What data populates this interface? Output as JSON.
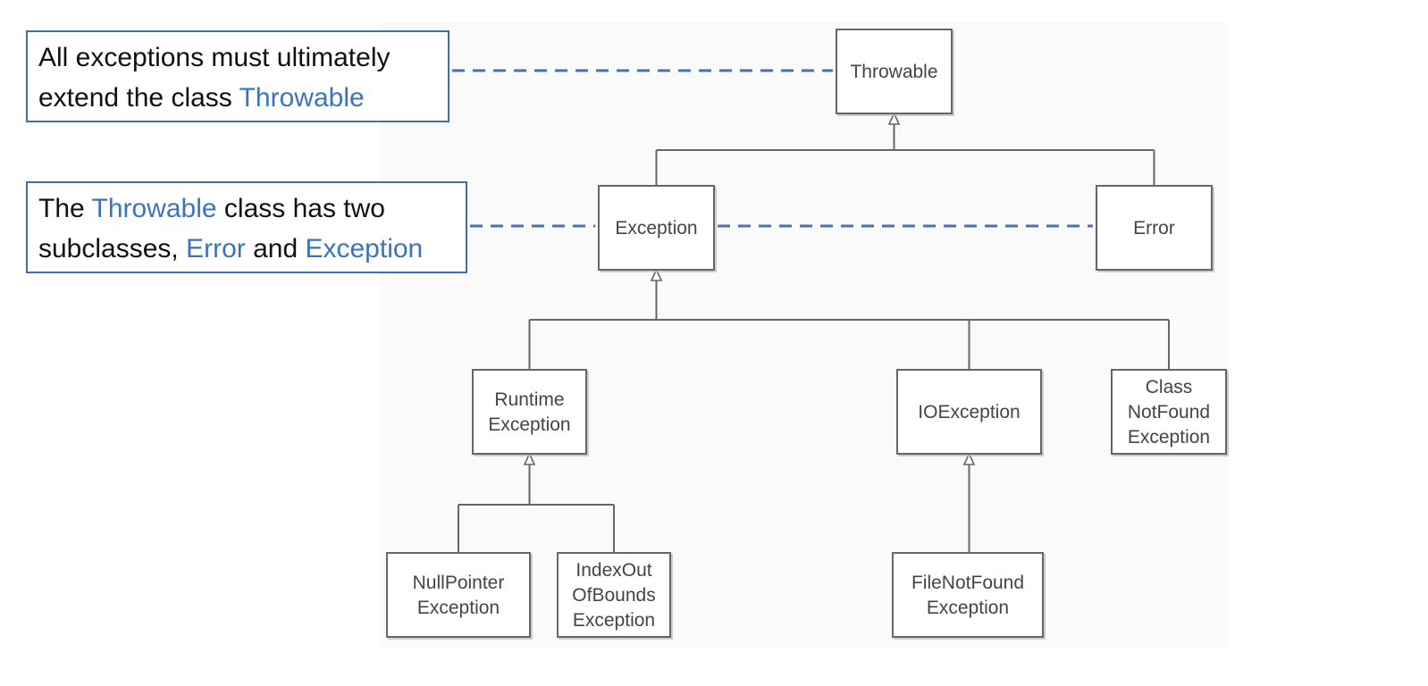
{
  "classes": {
    "throwable": [
      "Throwable"
    ],
    "exception": [
      "Exception"
    ],
    "error": [
      "Error"
    ],
    "runtime_exception": [
      "Runtime",
      "Exception"
    ],
    "io_exception": [
      "IOException"
    ],
    "class_not_found_exception": [
      "Class",
      "NotFound",
      "Exception"
    ],
    "null_pointer_exception": [
      "NullPointer",
      "Exception"
    ],
    "index_out_of_bounds_exception": [
      "IndexOut",
      "OfBounds",
      "Exception"
    ],
    "file_not_found_exception": [
      "FileNotFound",
      "Exception"
    ]
  },
  "notes": [
    {
      "line1": "All exceptions must ultimately",
      "line2_text": "extend the class ",
      "line2_highlight": "Throwable"
    },
    {
      "line1_prefix": "The ",
      "line1_highlight": "Throwable",
      "line1_suffix": " class has two",
      "line2_prefix": "subclasses, ",
      "line2_highlight_1": "Error",
      "line2_middle": " and ",
      "line2_highlight_2": "Exception"
    }
  ],
  "colors": {
    "accent_blue": "#3b74bd",
    "connector_dash": "#4a6fb5",
    "node_border": "#666666",
    "node_text": "#444444"
  }
}
